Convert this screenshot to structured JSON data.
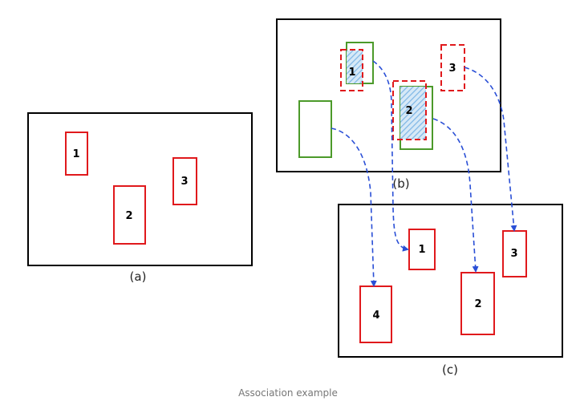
{
  "panels": {
    "a": {
      "caption": "(a)",
      "boxes": [
        {
          "label": "1"
        },
        {
          "label": "2"
        },
        {
          "label": "3"
        }
      ]
    },
    "b": {
      "caption": "(b)",
      "boxes": [
        {
          "label": "1"
        },
        {
          "label": "2"
        },
        {
          "label": "3"
        }
      ]
    },
    "c": {
      "caption": "(c)",
      "boxes": [
        {
          "label": "1"
        },
        {
          "label": "2"
        },
        {
          "label": "3"
        },
        {
          "label": "4"
        }
      ]
    }
  },
  "caption": "Association example",
  "colors": {
    "frame": "#000000",
    "detection": "#e0191c",
    "prediction": "#4c9a2a",
    "overlap": "#7fb7e6",
    "arrow": "#2a4fd6"
  }
}
